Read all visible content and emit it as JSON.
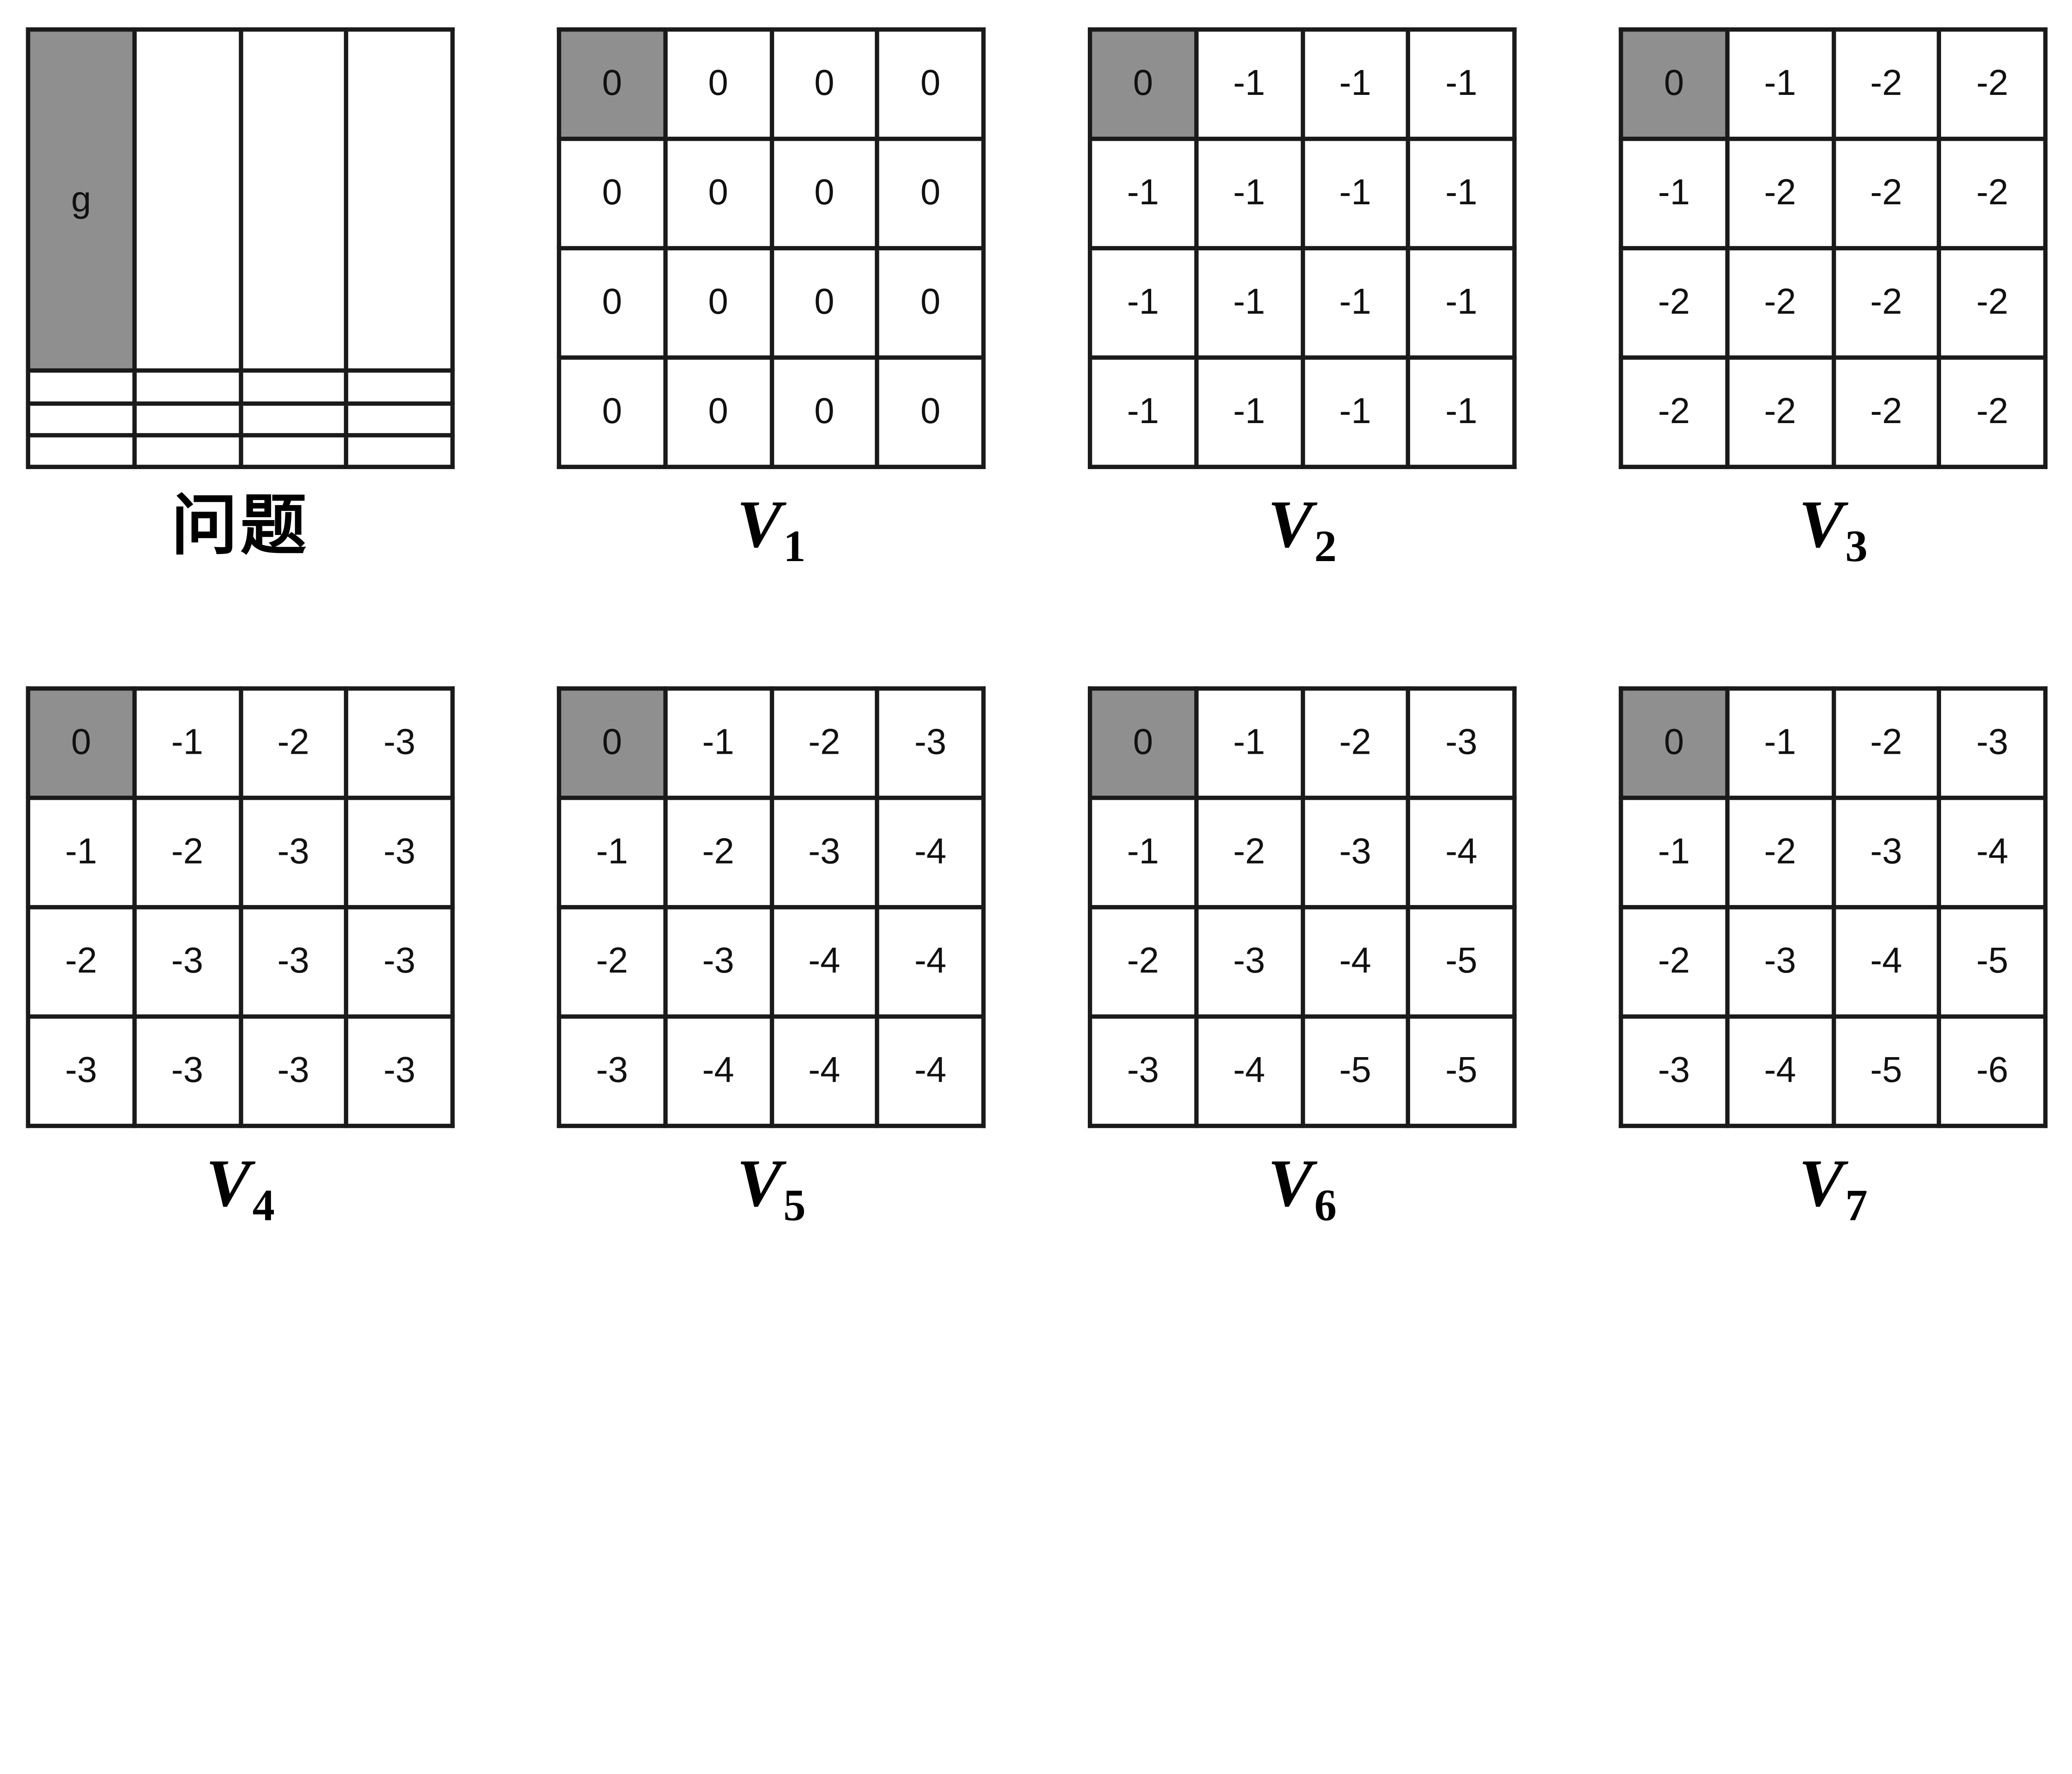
{
  "figure": {
    "description_labels": {
      "problem_label": "问题",
      "goal_marker": "g"
    },
    "colors": {
      "highlight_cell": "#8f8f8f",
      "grid_line": "#1a1a1a",
      "background": "#ffffff",
      "text": "#111111"
    }
  },
  "panels": [
    {
      "id": "problem",
      "label": "问题",
      "highlight": [
        0,
        0
      ],
      "cells": [
        [
          "g",
          "",
          "",
          ""
        ],
        [
          "",
          "",
          "",
          ""
        ],
        [
          "",
          "",
          "",
          ""
        ],
        [
          "",
          "",
          "",
          ""
        ]
      ]
    },
    {
      "id": "v1",
      "label_base": "V",
      "label_sub": "1",
      "highlight": [
        0,
        0
      ],
      "cells": [
        [
          "0",
          "0",
          "0",
          "0"
        ],
        [
          "0",
          "0",
          "0",
          "0"
        ],
        [
          "0",
          "0",
          "0",
          "0"
        ],
        [
          "0",
          "0",
          "0",
          "0"
        ]
      ]
    },
    {
      "id": "v2",
      "label_base": "V",
      "label_sub": "2",
      "highlight": [
        0,
        0
      ],
      "cells": [
        [
          "0",
          "-1",
          "-1",
          "-1"
        ],
        [
          "-1",
          "-1",
          "-1",
          "-1"
        ],
        [
          "-1",
          "-1",
          "-1",
          "-1"
        ],
        [
          "-1",
          "-1",
          "-1",
          "-1"
        ]
      ]
    },
    {
      "id": "v3",
      "label_base": "V",
      "label_sub": "3",
      "highlight": [
        0,
        0
      ],
      "cells": [
        [
          "0",
          "-1",
          "-2",
          "-2"
        ],
        [
          "-1",
          "-2",
          "-2",
          "-2"
        ],
        [
          "-2",
          "-2",
          "-2",
          "-2"
        ],
        [
          "-2",
          "-2",
          "-2",
          "-2"
        ]
      ]
    },
    {
      "id": "v4",
      "label_base": "V",
      "label_sub": "4",
      "highlight": [
        0,
        0
      ],
      "cells": [
        [
          "0",
          "-1",
          "-2",
          "-3"
        ],
        [
          "-1",
          "-2",
          "-3",
          "-3"
        ],
        [
          "-2",
          "-3",
          "-3",
          "-3"
        ],
        [
          "-3",
          "-3",
          "-3",
          "-3"
        ]
      ]
    },
    {
      "id": "v5",
      "label_base": "V",
      "label_sub": "5",
      "highlight": [
        0,
        0
      ],
      "cells": [
        [
          "0",
          "-1",
          "-2",
          "-3"
        ],
        [
          "-1",
          "-2",
          "-3",
          "-4"
        ],
        [
          "-2",
          "-3",
          "-4",
          "-4"
        ],
        [
          "-3",
          "-4",
          "-4",
          "-4"
        ]
      ]
    },
    {
      "id": "v6",
      "label_base": "V",
      "label_sub": "6",
      "highlight": [
        0,
        0
      ],
      "cells": [
        [
          "0",
          "-1",
          "-2",
          "-3"
        ],
        [
          "-1",
          "-2",
          "-3",
          "-4"
        ],
        [
          "-2",
          "-3",
          "-4",
          "-5"
        ],
        [
          "-3",
          "-4",
          "-5",
          "-5"
        ]
      ]
    },
    {
      "id": "v7",
      "label_base": "V",
      "label_sub": "7",
      "highlight": [
        0,
        0
      ],
      "cells": [
        [
          "0",
          "-1",
          "-2",
          "-3"
        ],
        [
          "-1",
          "-2",
          "-3",
          "-4"
        ],
        [
          "-2",
          "-3",
          "-4",
          "-5"
        ],
        [
          "-3",
          "-4",
          "-5",
          "-6"
        ]
      ]
    }
  ]
}
